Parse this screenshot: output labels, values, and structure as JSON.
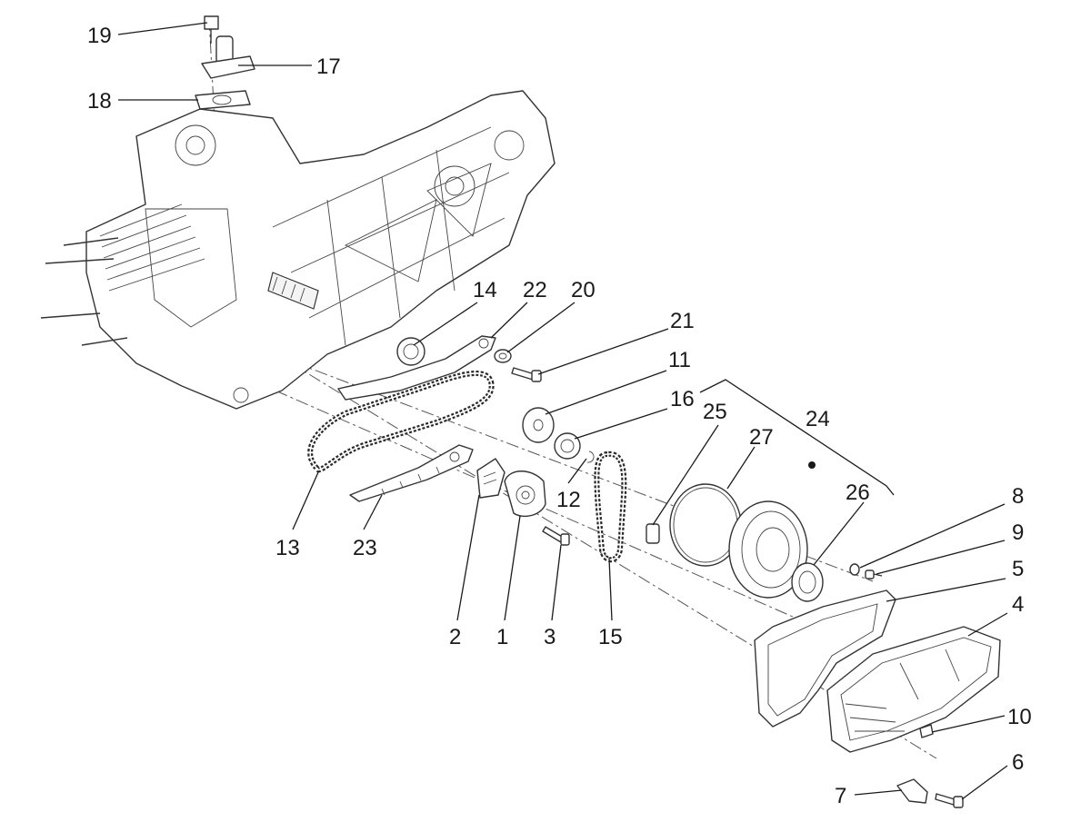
{
  "callouts": [
    {
      "id": "19",
      "text": "19"
    },
    {
      "id": "17",
      "text": "17"
    },
    {
      "id": "18",
      "text": "18"
    },
    {
      "id": "14",
      "text": "14"
    },
    {
      "id": "22",
      "text": "22"
    },
    {
      "id": "20",
      "text": "20"
    },
    {
      "id": "21",
      "text": "21"
    },
    {
      "id": "11",
      "text": "11"
    },
    {
      "id": "16",
      "text": "16"
    },
    {
      "id": "25",
      "text": "25"
    },
    {
      "id": "24",
      "text": "24"
    },
    {
      "id": "27",
      "text": "27"
    },
    {
      "id": "26",
      "text": "26"
    },
    {
      "id": "8",
      "text": "8"
    },
    {
      "id": "9",
      "text": "9"
    },
    {
      "id": "5",
      "text": "5"
    },
    {
      "id": "4",
      "text": "4"
    },
    {
      "id": "10",
      "text": "10"
    },
    {
      "id": "6",
      "text": "6"
    },
    {
      "id": "7",
      "text": "7"
    },
    {
      "id": "12",
      "text": "12"
    },
    {
      "id": "13",
      "text": "13"
    },
    {
      "id": "23",
      "text": "23"
    },
    {
      "id": "2",
      "text": "2"
    },
    {
      "id": "1",
      "text": "1"
    },
    {
      "id": "3",
      "text": "3"
    },
    {
      "id": "15",
      "text": "15"
    }
  ],
  "colors": {
    "line": "#1a1a1a",
    "background": "#ffffff"
  }
}
